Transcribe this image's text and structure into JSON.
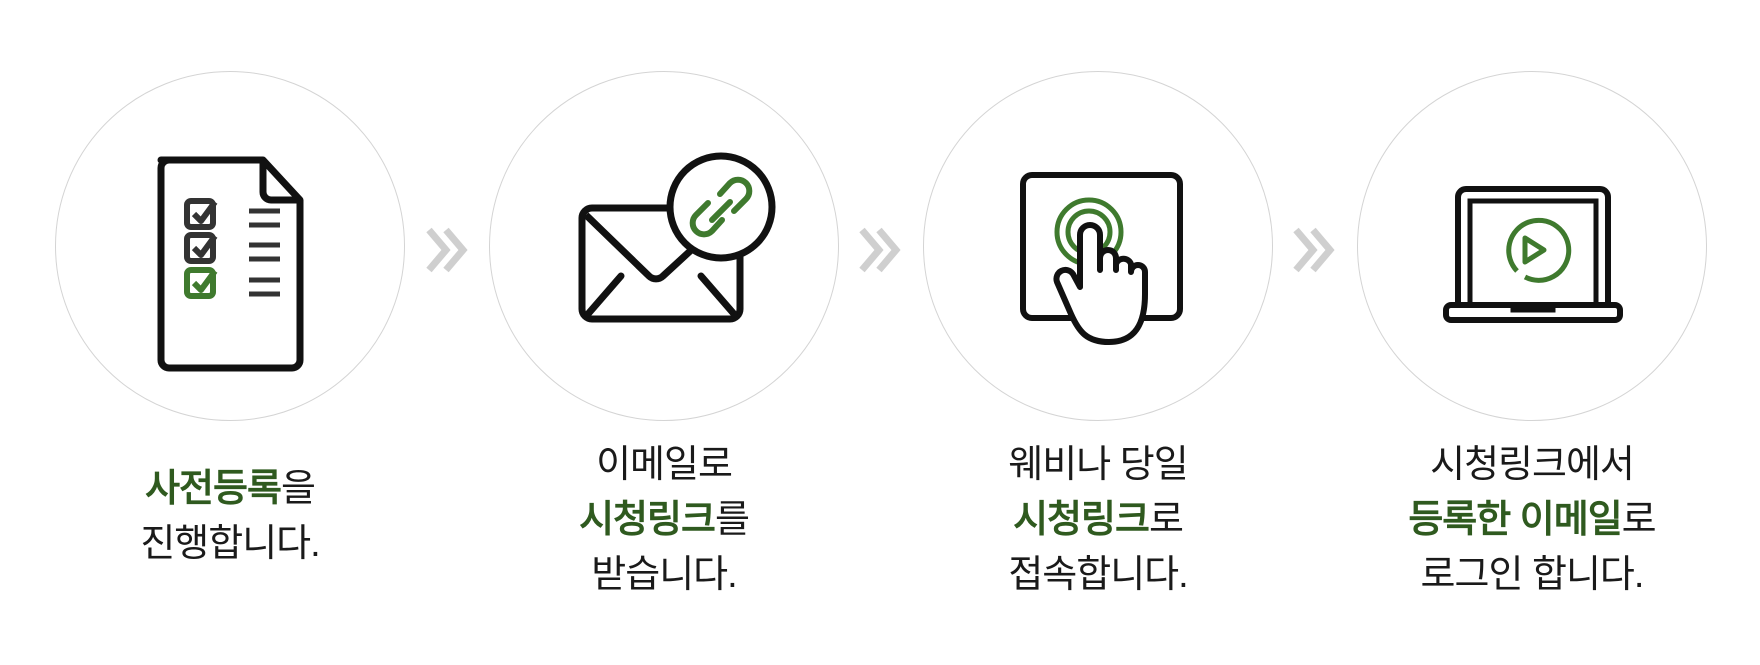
{
  "steps": [
    {
      "icon": "checklist-document-icon",
      "lines": [
        {
          "hl": "사전등록",
          "rest": "을"
        },
        {
          "hl": "",
          "rest": "진행합니다."
        }
      ]
    },
    {
      "icon": "email-link-icon",
      "lines": [
        {
          "hl": "",
          "rest": "이메일로"
        },
        {
          "hl": "시청링크",
          "rest": "를"
        },
        {
          "hl": "",
          "rest": "받습니다."
        }
      ]
    },
    {
      "icon": "touch-click-icon",
      "lines": [
        {
          "hl": "",
          "rest": "웨비나 당일"
        },
        {
          "hl": "시청링크",
          "rest": "로"
        },
        {
          "hl": "",
          "rest": "접속합니다."
        }
      ]
    },
    {
      "icon": "laptop-play-icon",
      "lines": [
        {
          "hl": "",
          "rest": "시청링크에서"
        },
        {
          "hl": "등록한 이메일",
          "rest": "로"
        },
        {
          "hl": "",
          "rest": "로그인 합니다."
        }
      ]
    }
  ],
  "colors": {
    "accent": "#2f5a1f",
    "icon_green": "#3f7a2e",
    "arrow": "#cfcfcf",
    "circle_border": "#d4d4d4"
  }
}
